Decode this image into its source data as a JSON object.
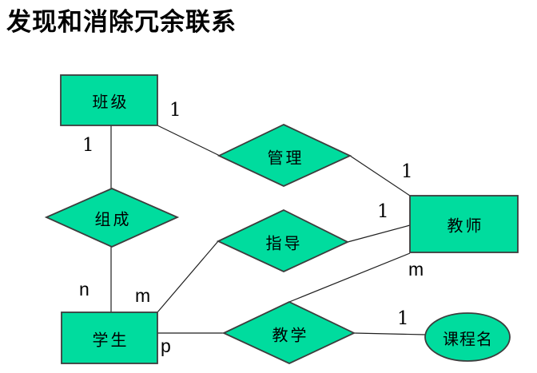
{
  "title": "发现和消除冗余联系",
  "colors": {
    "shape_fill": "#00DC9E",
    "shape_border": "#3d3d3d",
    "connector": "#1f1f1f",
    "text": "#000000",
    "background": "#ffffff"
  },
  "diagram": {
    "type": "entity-relationship",
    "entities": [
      {
        "label": "班级",
        "shape": "rectangle"
      },
      {
        "label": "教师",
        "shape": "rectangle"
      },
      {
        "label": "学生",
        "shape": "rectangle"
      }
    ],
    "relationships": [
      {
        "label": "管理",
        "shape": "diamond"
      },
      {
        "label": "组成",
        "shape": "diamond"
      },
      {
        "label": "指导",
        "shape": "diamond"
      },
      {
        "label": "教学",
        "shape": "diamond"
      }
    ],
    "attributes": [
      {
        "label": "课程名",
        "shape": "ellipse"
      }
    ],
    "cardinalities": [
      {
        "edge": "班级-管理",
        "label": "1"
      },
      {
        "edge": "班级-组成",
        "label": "1"
      },
      {
        "edge": "管理-教师",
        "label": "1"
      },
      {
        "edge": "指导-教师",
        "label": "1"
      },
      {
        "edge": "组成-学生",
        "label": "n"
      },
      {
        "edge": "指导-学生",
        "label": "m"
      },
      {
        "edge": "学生-教学",
        "label": "p"
      },
      {
        "edge": "教师-教学",
        "label": "m"
      },
      {
        "edge": "教学-课程名",
        "label": "1"
      }
    ]
  }
}
